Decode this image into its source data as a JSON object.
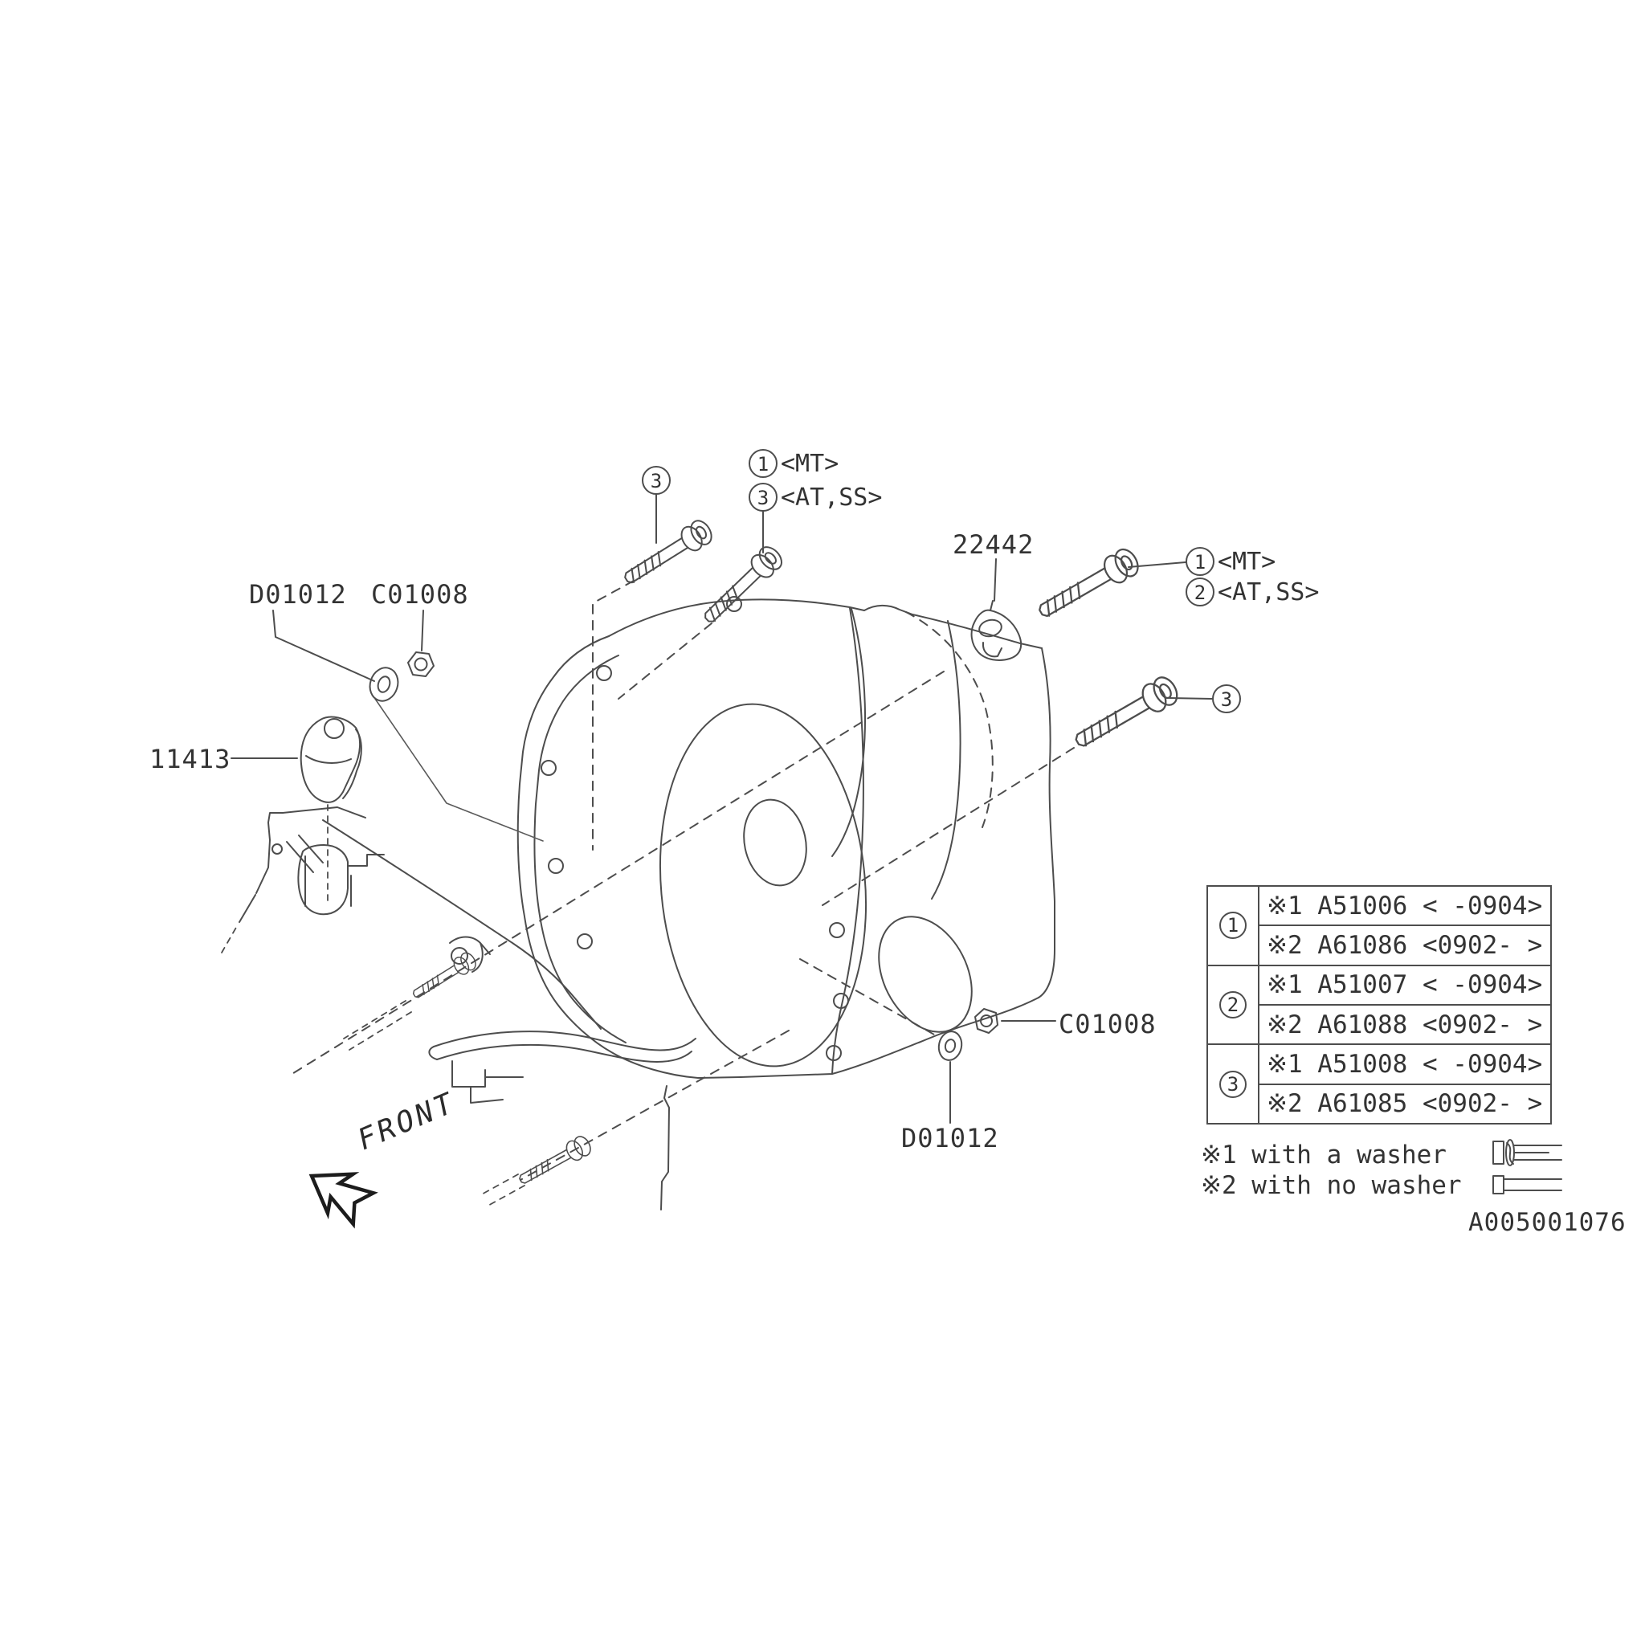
{
  "front_label": "FRONT",
  "diagram_id": "A005001076",
  "part_labels": {
    "washer_upper": "D01012",
    "nut_upper": "C01008",
    "cover": "11413",
    "bracket": "22442",
    "nut_lower": "C01008",
    "washer_lower": "D01012"
  },
  "callouts": {
    "upper_left": {
      "num": "3"
    },
    "upper_center_first": {
      "num": "1",
      "variant": "<MT>"
    },
    "upper_center_second": {
      "num": "3",
      "variant": "<AT,SS>"
    },
    "right_first": {
      "num": "1",
      "variant": "<MT>"
    },
    "right_second": {
      "num": "2",
      "variant": "<AT,SS>"
    },
    "right_lower": {
      "num": "3"
    }
  },
  "parts_table": {
    "groups": [
      {
        "num": "1",
        "lines": [
          "※1 A51006 < -0904>",
          "※2 A61086 <0902- >"
        ]
      },
      {
        "num": "2",
        "lines": [
          "※1 A51007 < -0904>",
          "※2 A61088 <0902- >"
        ]
      },
      {
        "num": "3",
        "lines": [
          "※1 A51008 < -0904>",
          "※2 A61085 <0902- >"
        ]
      }
    ]
  },
  "legend": {
    "with_washer": "※1 with a washer",
    "no_washer": "※2 with no washer"
  }
}
